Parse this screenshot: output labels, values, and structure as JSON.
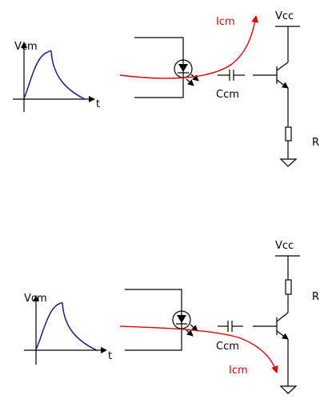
{
  "colors": {
    "current": "#e00000",
    "pulse": "#1a1a8c",
    "wire": "#000000"
  },
  "top_circuit": {
    "pulse_label": "Vcm",
    "time_label": "t",
    "current_label": "Icm",
    "supply_label": "Vcc",
    "capacitance_label": "Ccm",
    "resistor_label": "R"
  },
  "bottom_circuit": {
    "pulse_label": "Vcm",
    "time_label": "t",
    "current_label": "Icm",
    "supply_label": "Vcc",
    "capacitance_label": "Ccm",
    "resistor_label": "R"
  }
}
